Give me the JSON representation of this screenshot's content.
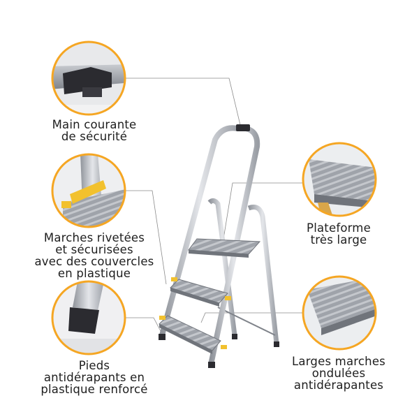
{
  "features": {
    "handrail": {
      "lines": [
        "Main courante",
        "de sécurité"
      ]
    },
    "rivets": {
      "lines": [
        "Marches rivetées",
        "et sécurisées",
        "avec des couvercles",
        "en plastique"
      ]
    },
    "feet": {
      "lines": [
        "Pieds",
        "antidérapants en",
        "plastique renforcé"
      ]
    },
    "platform": {
      "lines": [
        "Plateforme",
        "très large"
      ]
    },
    "steps": {
      "lines": [
        "Larges marches",
        "ondulées",
        "antidérapantes"
      ]
    }
  },
  "colors": {
    "ring": "#f5a623",
    "aluminium": "#b9bcc2",
    "plastic_yellow": "#f2c12e",
    "plastic_black": "#2b2b30",
    "leader_line": "#8a8a8a",
    "text": "#1e1e1e"
  }
}
